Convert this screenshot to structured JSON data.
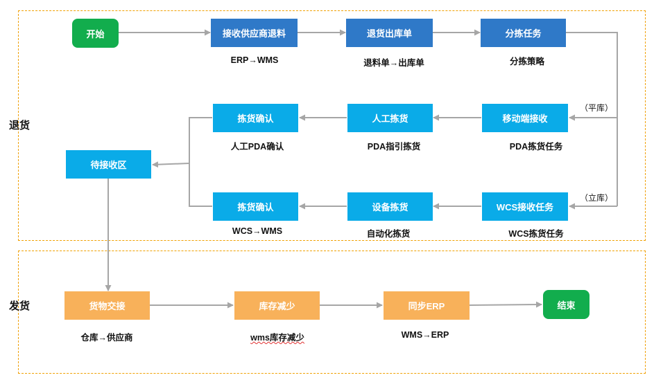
{
  "lanes": {
    "return_label": "退货",
    "ship_label": "发货"
  },
  "nodes": {
    "start": "开始",
    "receive_supplier_return": "接收供应商退料",
    "return_outbound_order": "退货出库单",
    "picking_task": "分拣任务",
    "mobile_receive": "移动端接收",
    "manual_pick": "人工拣货",
    "pick_confirm_pda": "拣货确认",
    "wcs_receive_task": "WCS接收任务",
    "device_pick": "设备拣货",
    "pick_confirm_wcs": "拣货确认",
    "awaiting_receipt_area": "待接收区",
    "goods_handover": "货物交接",
    "inventory_decrease": "库存减少",
    "sync_erp": "同步ERP",
    "end": "结束"
  },
  "captions": {
    "erp_to_wms": "ERP→WMS",
    "return_to_outbound": "退料单→出库单",
    "picking_strategy": "分拣策略",
    "manual_pda_confirm": "人工PDA确认",
    "pda_guided_pick": "PDA指引拣货",
    "pda_pick_task": "PDA拣货任务",
    "wcs_to_wms": "WCS→WMS",
    "automated_pick": "自动化拣货",
    "wcs_pick_task": "WCS拣货任务",
    "warehouse_to_supplier": "仓库→供应商",
    "wms_inventory_decrease": "wms库存减少",
    "wms_to_erp": "WMS→ERP"
  },
  "branch_notes": {
    "flat_warehouse": "（平库）",
    "automated_warehouse": "（立库）"
  },
  "colors": {
    "green": "#12ad4d",
    "dark_blue": "#2f79c8",
    "light_blue": "#0aabe8",
    "orange": "#f8b15a",
    "arrow": "#a6a6a6",
    "lane_border": "#f0a000"
  }
}
